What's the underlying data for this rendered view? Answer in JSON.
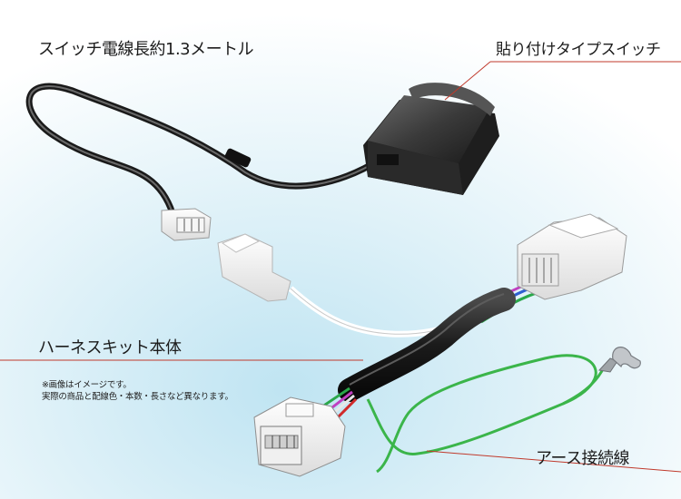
{
  "labels": {
    "switch_wire": "スイッチ電線長約1.3メートル",
    "switch_type": "貼り付けタイプスイッチ",
    "harness": "ハーネスキット本体",
    "ground_wire": "アース接続線"
  },
  "note": {
    "line1": "※画像はイメージです。",
    "line2": "実際の商品と配線色・本数・長さなど異なります。"
  },
  "colors": {
    "leader_line": "#c0392b",
    "ground_wire": "#3bb54a",
    "harness_sleeve": "#1e1e1e",
    "connector_body": "#f4f4f2",
    "switch_body": "#2f2f2f",
    "background_glow": "#bfe4f2"
  },
  "harness_wire_colors": [
    "#c040c0",
    "#2e5fd0",
    "#2aa84a",
    "#e8e8e8",
    "#d02a2a"
  ]
}
